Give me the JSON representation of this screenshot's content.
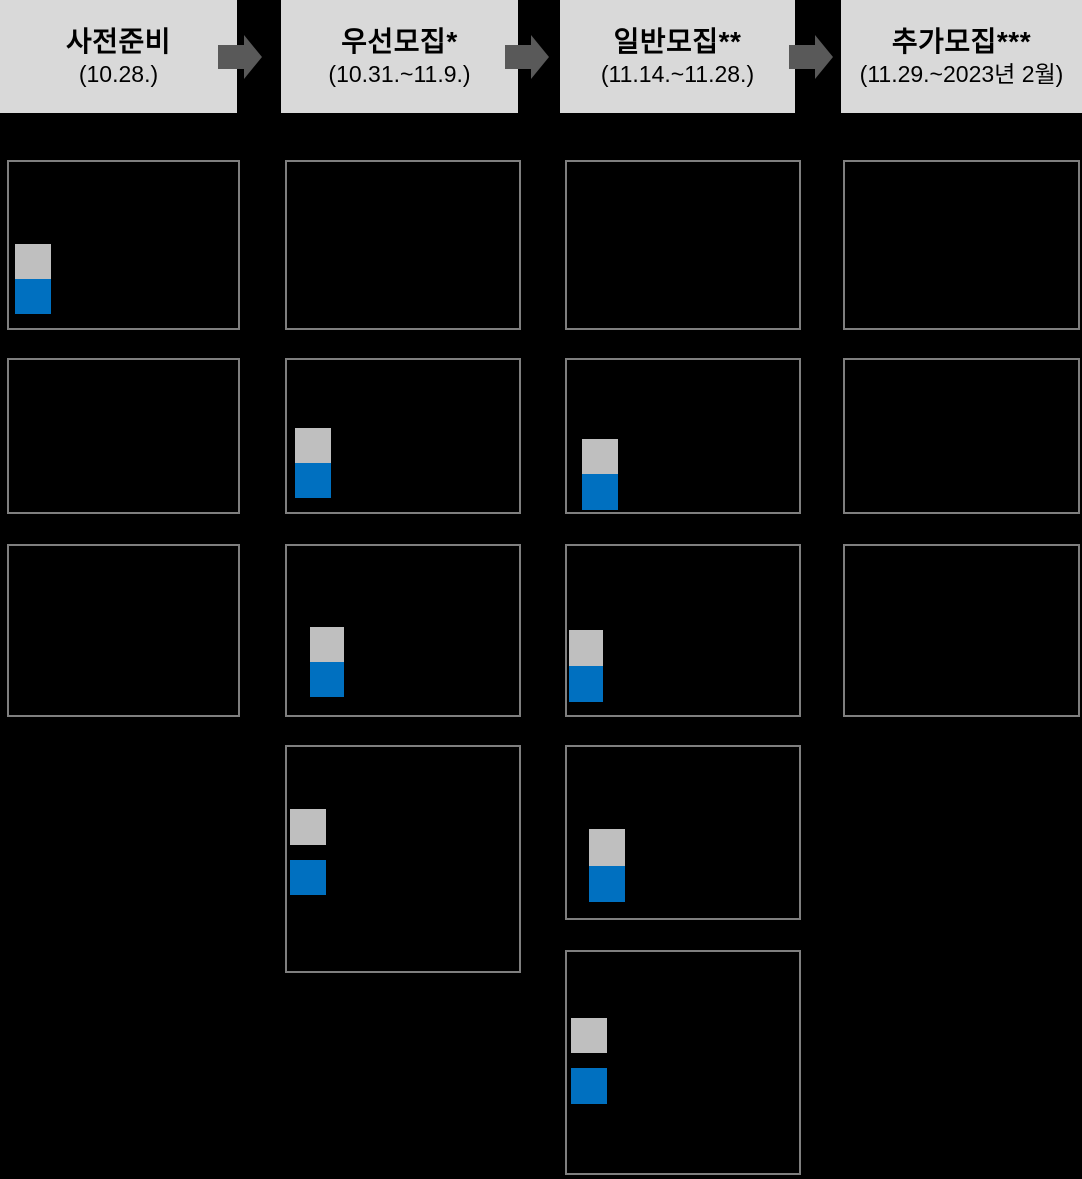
{
  "stages": [
    {
      "title": "사전준비",
      "date": "(10.28.)"
    },
    {
      "title": "우선모집*",
      "date": "(10.31.~11.9.)"
    },
    {
      "title": "일반모집**",
      "date": "(11.14.~11.28.)"
    },
    {
      "title": "추가모집***",
      "date": "(11.29.~2023년 2월)"
    }
  ],
  "arrows": {
    "count": 3,
    "direction": "right"
  },
  "colors": {
    "background": "#000000",
    "header_fill": "#d9d9d9",
    "header_text": "#000000",
    "arrow": "#595959",
    "box_border": "#7f7f7f",
    "marker_gray": "#bfbfbf",
    "marker_blue": "#0070c0"
  },
  "grid": {
    "rows": 5,
    "columns": 4,
    "cells": [
      {
        "row": 1,
        "col": 1,
        "markers": "gray-blue-stacked"
      },
      {
        "row": 1,
        "col": 2,
        "markers": "none"
      },
      {
        "row": 1,
        "col": 3,
        "markers": "none"
      },
      {
        "row": 1,
        "col": 4,
        "markers": "none"
      },
      {
        "row": 2,
        "col": 1,
        "markers": "none"
      },
      {
        "row": 2,
        "col": 2,
        "markers": "gray-blue-stacked"
      },
      {
        "row": 2,
        "col": 3,
        "markers": "gray-blue-stacked"
      },
      {
        "row": 2,
        "col": 4,
        "markers": "none"
      },
      {
        "row": 3,
        "col": 1,
        "markers": "none"
      },
      {
        "row": 3,
        "col": 2,
        "markers": "gray-blue-stacked"
      },
      {
        "row": 3,
        "col": 3,
        "markers": "gray-blue-stacked"
      },
      {
        "row": 3,
        "col": 4,
        "markers": "none"
      },
      {
        "row": 4,
        "col": 2,
        "markers": "gray-blue-spaced"
      },
      {
        "row": 4,
        "col": 3,
        "markers": "gray-blue-stacked"
      },
      {
        "row": 5,
        "col": 3,
        "markers": "gray-blue-spaced"
      }
    ]
  }
}
